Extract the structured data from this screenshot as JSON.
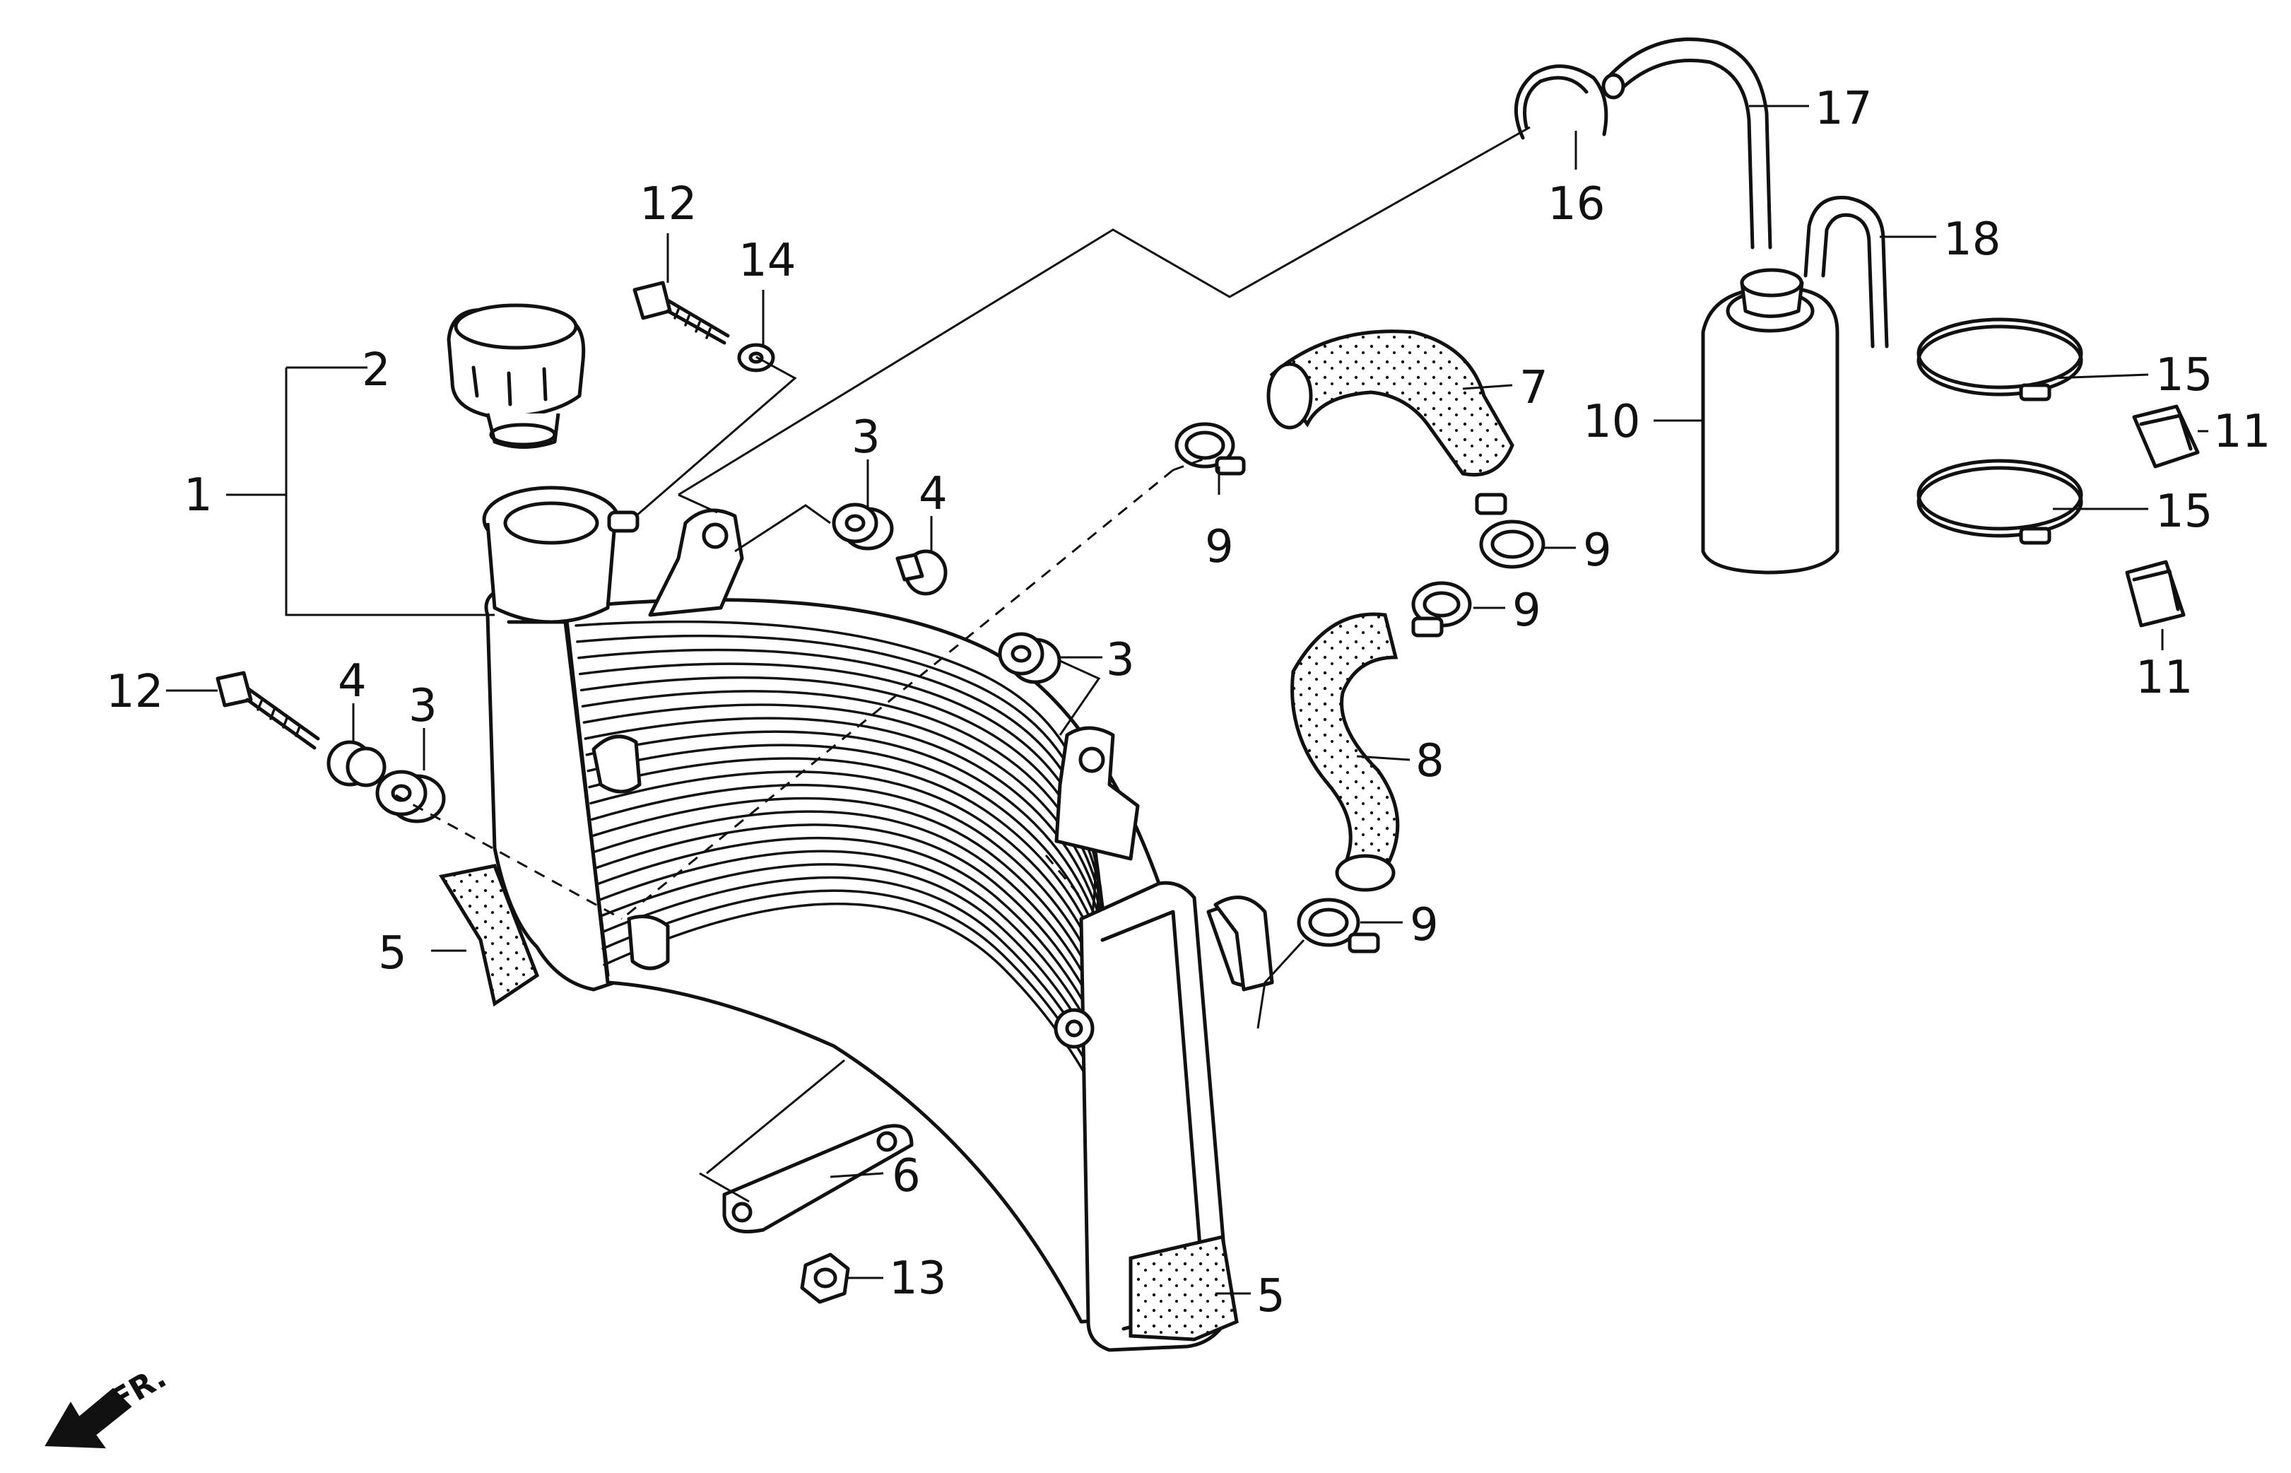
{
  "labels": {
    "l1": "1",
    "l2": "2",
    "l3a": "3",
    "l3b": "3",
    "l3c": "3",
    "l4a": "4",
    "l4b": "4",
    "l5a": "5",
    "l5b": "5",
    "l6": "6",
    "l7": "7",
    "l8": "8",
    "l9a": "9",
    "l9b": "9",
    "l9c": "9",
    "l9d": "9",
    "l10": "10",
    "l11a": "11",
    "l11b": "11",
    "l12a": "12",
    "l12b": "12",
    "l13": "13",
    "l14": "14",
    "l15a": "15",
    "l15b": "15",
    "l16": "16",
    "l17": "17",
    "l18": "18"
  },
  "front_indicator": "FR.",
  "icons": {
    "front_arrow": "arrow-down-left-icon"
  }
}
